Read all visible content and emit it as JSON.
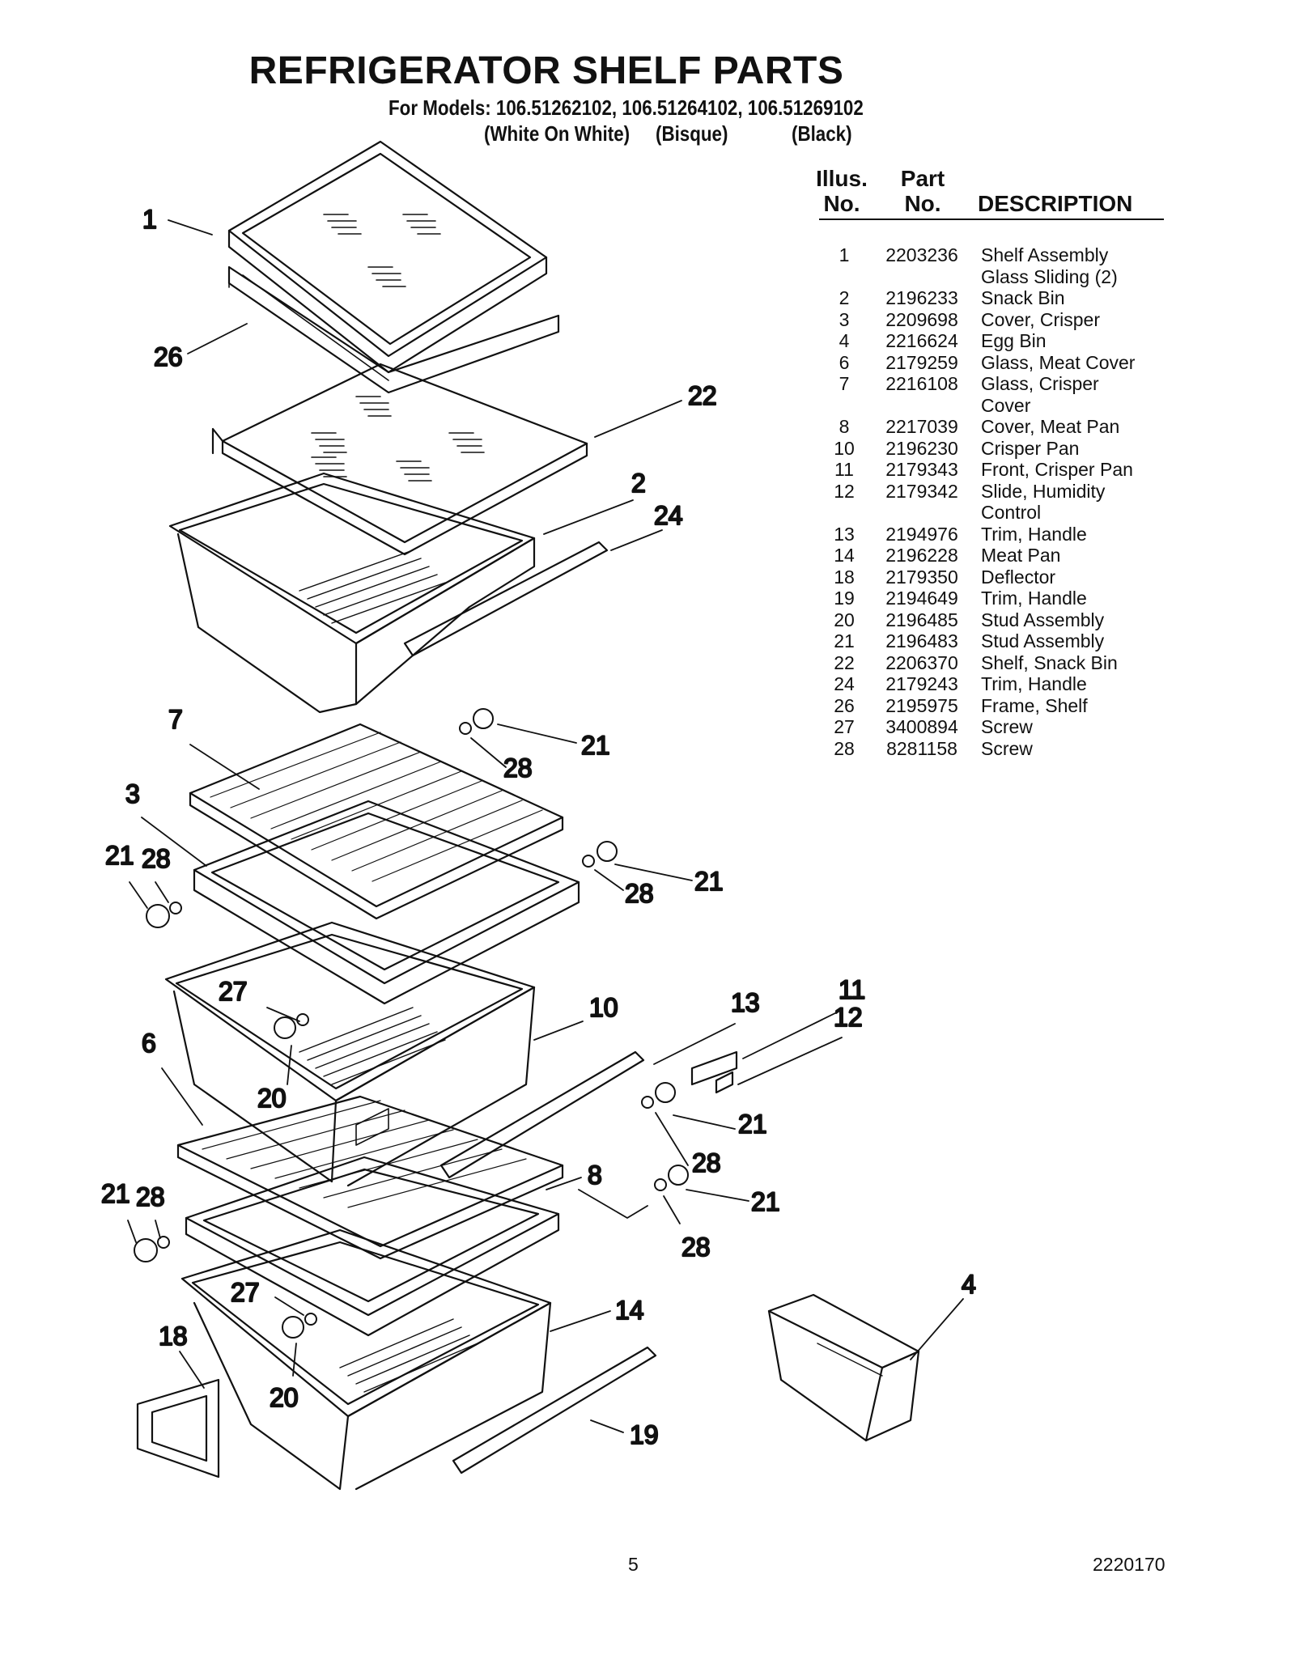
{
  "header": {
    "title": "REFRIGERATOR SHELF PARTS",
    "models": "For Models: 106.51262102, 106.51264102, 106.51269102",
    "variants": [
      "(White On White)",
      "(Bisque)",
      "(Black)"
    ]
  },
  "table": {
    "col_illus": [
      "Illus.",
      "No."
    ],
    "col_part": [
      "Part",
      "No."
    ],
    "col_desc": "DESCRIPTION",
    "rows": [
      {
        "no": "1",
        "part": "2203236",
        "desc": [
          "Shelf Assembly",
          "Glass Sliding (2)"
        ]
      },
      {
        "no": "2",
        "part": "2196233",
        "desc": [
          "Snack Bin"
        ]
      },
      {
        "no": "3",
        "part": "2209698",
        "desc": [
          "Cover, Crisper"
        ]
      },
      {
        "no": "4",
        "part": "2216624",
        "desc": [
          "Egg Bin"
        ]
      },
      {
        "no": "6",
        "part": "2179259",
        "desc": [
          "Glass, Meat Cover"
        ]
      },
      {
        "no": "7",
        "part": "2216108",
        "desc": [
          "Glass, Crisper",
          "Cover"
        ]
      },
      {
        "no": "8",
        "part": "2217039",
        "desc": [
          "Cover, Meat Pan"
        ]
      },
      {
        "no": "10",
        "part": "2196230",
        "desc": [
          "Crisper Pan"
        ]
      },
      {
        "no": "11",
        "part": "2179343",
        "desc": [
          "Front, Crisper Pan"
        ]
      },
      {
        "no": "12",
        "part": "2179342",
        "desc": [
          "Slide, Humidity",
          "Control"
        ]
      },
      {
        "no": "13",
        "part": "2194976",
        "desc": [
          "Trim, Handle"
        ]
      },
      {
        "no": "14",
        "part": "2196228",
        "desc": [
          "Meat Pan"
        ]
      },
      {
        "no": "18",
        "part": "2179350",
        "desc": [
          "Deflector"
        ]
      },
      {
        "no": "19",
        "part": "2194649",
        "desc": [
          "Trim, Handle"
        ]
      },
      {
        "no": "20",
        "part": "2196485",
        "desc": [
          "Stud Assembly"
        ]
      },
      {
        "no": "21",
        "part": "2196483",
        "desc": [
          "Stud Assembly"
        ]
      },
      {
        "no": "22",
        "part": "2206370",
        "desc": [
          "Shelf, Snack Bin"
        ]
      },
      {
        "no": "24",
        "part": "2179243",
        "desc": [
          "Trim, Handle"
        ]
      },
      {
        "no": "26",
        "part": "2195975",
        "desc": [
          "Frame, Shelf"
        ]
      },
      {
        "no": "27",
        "part": "3400894",
        "desc": [
          "Screw"
        ]
      },
      {
        "no": "28",
        "part": "8281158",
        "desc": [
          "Screw"
        ]
      }
    ]
  },
  "callouts": [
    "1",
    "26",
    "22",
    "2",
    "24",
    "7",
    "21",
    "28",
    "3",
    "21",
    "28",
    "21",
    "28",
    "27",
    "10",
    "13",
    "11",
    "12",
    "6",
    "20",
    "21",
    "28",
    "21",
    "28",
    "8",
    "21",
    "28",
    "27",
    "14",
    "4",
    "18",
    "20",
    "19"
  ],
  "footer": {
    "page": "5",
    "doc_number": "2220170"
  }
}
